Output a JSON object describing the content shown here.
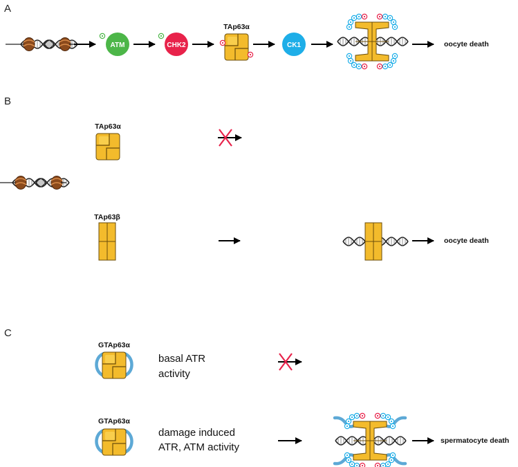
{
  "panels": {
    "a": {
      "letter": "A",
      "pathway": [
        {
          "label": "ATM",
          "color": "#4cb648"
        },
        {
          "label": "CHK2",
          "color": "#e8224a"
        },
        {
          "label": "CK1",
          "color": "#1eaee8"
        }
      ],
      "tap63a_label": "TAp63α",
      "outcome": "oocyte death"
    },
    "b": {
      "letter": "B",
      "tap63a_label": "TAp63α",
      "tap63b_label": "TAp63β",
      "outcome": "oocyte death"
    },
    "c": {
      "letter": "C",
      "gtap63a_label_1": "GTAp63α",
      "gtap63a_label_2": "GTAp63α",
      "basal_line1": "basal ATR",
      "basal_line2": "activity",
      "damage_line1": "damage induced",
      "damage_line2": "ATR, ATM activity",
      "outcome": "spermatocyte death"
    }
  },
  "colors": {
    "protein": "#f3bb2c",
    "phospho_red": "#e8224a",
    "phospho_green": "#4cb648",
    "phospho_blue": "#1eaee8",
    "inhibit_cross": "#e8224a",
    "nucleosome": "#8b4a1c"
  }
}
